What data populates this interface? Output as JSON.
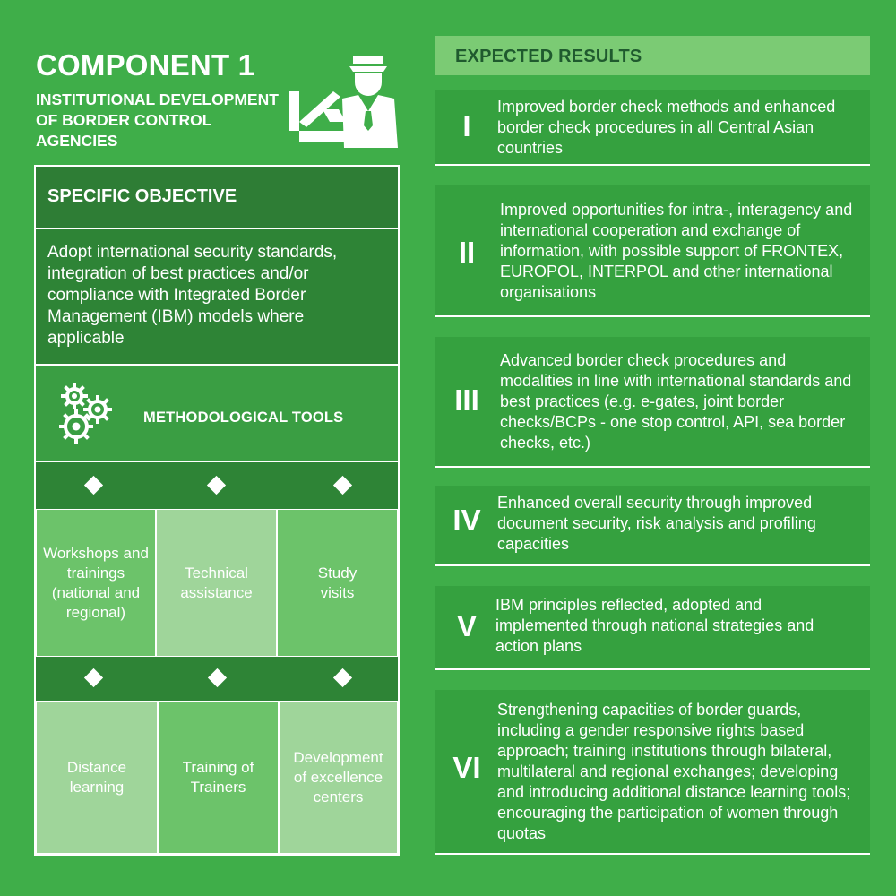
{
  "component": {
    "title": "COMPONENT 1",
    "subtitle": "INSTITUTIONAL DEVELOPMENT OF BORDER CONTROL AGENCIES",
    "icon": "border-officer-icon"
  },
  "objective": {
    "heading": "SPECIFIC OBJECTIVE",
    "text": "Adopt international security standards, integration of best practices and/or compliance with Integrated Border Management (IBM) models where applicable"
  },
  "tools": {
    "heading": "METHODOLOGICAL TOOLS",
    "icon": "gears-icon",
    "row1": [
      "Workshops and trainings (national and regional)",
      "Technical assistance",
      "Study visits"
    ],
    "row2": [
      "Distance learning",
      "Training of Trainers",
      "Development of excellence centers"
    ]
  },
  "results": {
    "heading": "EXPECTED RESULTS",
    "items": [
      {
        "num": "I",
        "text": "Improved border check methods and enhanced border check procedures in all Central Asian countries"
      },
      {
        "num": "II",
        "text": "Improved opportunities for intra-, interagency and international cooperation and exchange of information, with possible support of FRONTEX, EUROPOL, INTERPOL and other international organisations"
      },
      {
        "num": "III",
        "text": "Advanced border check procedures and modalities in line with international standards and best practices (e.g. e-gates, joint border checks/BCPs - one stop control, API, sea border checks, etc.)"
      },
      {
        "num": "IV",
        "text": "Enhanced overall security through improved document security, risk analysis and profiling capacities"
      },
      {
        "num": "V",
        "text": "IBM principles reflected, adopted and implemented through national strategies and action plans"
      },
      {
        "num": "VI",
        "text": "Strengthening capacities of border guards, including a gender responsive rights based approach; training institutions through bilateral, multilateral and regional exchanges; developing and introducing additional distance learning tools; encouraging the participation of women through quotas"
      }
    ]
  },
  "colors": {
    "background": "#3fae49",
    "dark_green": "#2e7d35",
    "light_green": "#7bcb74",
    "heading_text": "#1f5a2e"
  }
}
